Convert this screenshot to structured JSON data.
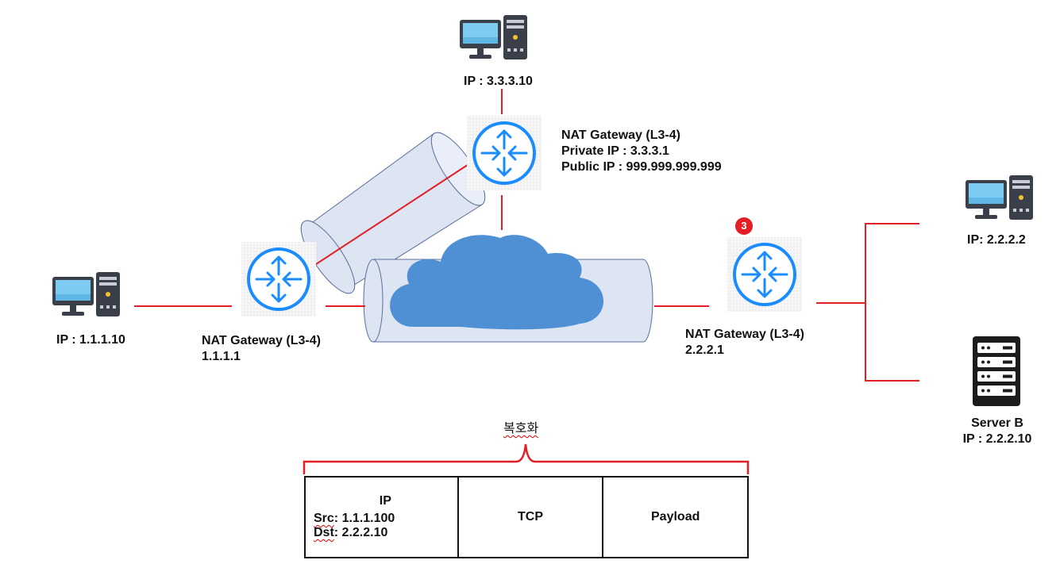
{
  "hosts": {
    "left": {
      "ip": "IP : 1.1.1.10"
    },
    "top": {
      "ip": "IP : 3.3.3.10"
    },
    "right_pc": {
      "ip": "IP: 2.2.2.2"
    },
    "server": {
      "name": "Server B",
      "ip": "IP : 2.2.2.10"
    }
  },
  "gateways": {
    "left": {
      "name": "NAT Gateway (L3-4)",
      "ip": "1.1.1.1"
    },
    "top": {
      "name": "NAT Gateway (L3-4)",
      "private_ip": "Private IP : 3.3.3.1",
      "public_ip": "Public IP : 999.999.999.999"
    },
    "right": {
      "name": "NAT Gateway (L3-4)",
      "ip": "2.2.2.1",
      "step": "3"
    }
  },
  "brace_label": "복호화",
  "packet": {
    "ip_title": "IP",
    "src_key": "Src",
    "src_val": ": 1.1.1.100",
    "dst_key": "Dst",
    "dst_val": ": 2.2.2.10",
    "tcp": "TCP",
    "payload": "Payload"
  },
  "colors": {
    "router": "#1a8cff",
    "link": "#e31e24",
    "cloud": "#4f8fd4",
    "tunnel": "#dde5f3",
    "tunnel_stroke": "#5a6e9a",
    "badge": "#e31e24"
  }
}
